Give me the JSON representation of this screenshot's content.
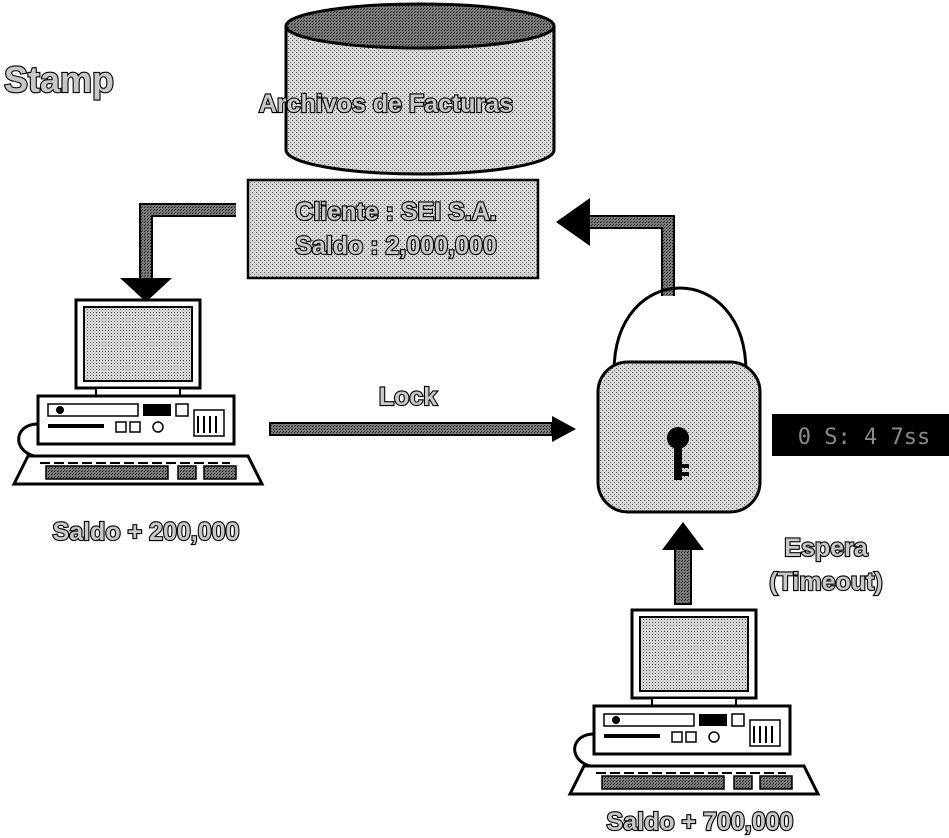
{
  "diagram": {
    "title": "Stamp",
    "database_label": "Archivos de Facturas",
    "record": {
      "line1": "Cliente : SEI S.A.",
      "line2": "Saldo : 2,000,000"
    },
    "lock_arrow_label": "Lock",
    "wait_label_line1": "Espera",
    "wait_label_line2": "(Timeout)",
    "timer_text": "0 S: 4 7ss",
    "client_a_label": "Saldo + 200,000",
    "client_b_label": "Saldo + 700,000"
  },
  "icons": {
    "database": "database-cylinder-icon",
    "lock": "padlock-icon",
    "computer": "desktop-computer-icon"
  },
  "colors": {
    "background": "#ffffff",
    "outline": "#000000",
    "text_fill": "#c8c8c8",
    "timer_bg": "#000000",
    "timer_fg": "#8a8a8a"
  }
}
